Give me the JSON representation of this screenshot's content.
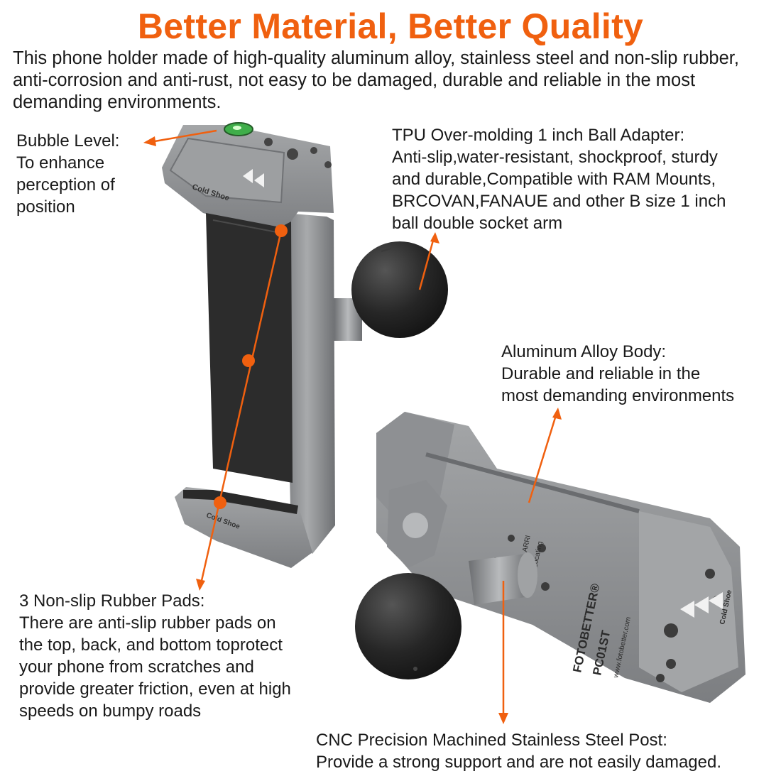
{
  "title": "Better Material, Better Quality",
  "intro": "This phone holder made of high-quality aluminum alloy, stainless steel and non-slip rubber, anti-corrosion and anti-rust, not easy to be damaged, durable and reliable in the most demanding environments.",
  "callouts": {
    "bubble_level": {
      "heading": "Bubble Level:",
      "lines": [
        "To enhance",
        "perception of",
        "position"
      ]
    },
    "ball_adapter": {
      "heading": "TPU Over-molding 1 inch Ball Adapter:",
      "lines": [
        "Anti-slip,water-resistant, shockproof, sturdy",
        "and durable,Compatible with RAM Mounts,",
        "BRCOVAN,FANAUE and other B size 1 inch",
        "ball double socket arm"
      ]
    },
    "alloy_body": {
      "heading": "Aluminum Alloy Body:",
      "lines": [
        "Durable and reliable in the",
        "most demanding environments"
      ]
    },
    "rubber_pads": {
      "heading": "3 Non-slip Rubber Pads:",
      "lines": [
        "There are anti-slip rubber pads on",
        "the top, back, and bottom toprotect",
        "your phone from scratches and",
        "provide greater friction, even at high",
        "speeds on bumpy roads"
      ]
    },
    "steel_post": {
      "heading": "CNC Precision Machined Stainless Steel Post:",
      "lines": [
        "Provide a strong support and are not easily damaged."
      ]
    }
  },
  "product_markings": {
    "cold_shoe_front": "Cold Shoe",
    "cold_shoe_back": "Cold Shoe",
    "brand": "FOTOBETTER®",
    "model": "PC01ST",
    "website": "www.fotobetter.com",
    "arri": "ARRI",
    "locating": "Locating"
  },
  "colors": {
    "accent": "#f0600f",
    "metal": "#8a8c8e",
    "rubber": "#2c2c2c",
    "text": "#1a1a1a"
  },
  "icons": [
    "bubble-level-icon",
    "arrow-icon",
    "ball-mount-icon"
  ]
}
